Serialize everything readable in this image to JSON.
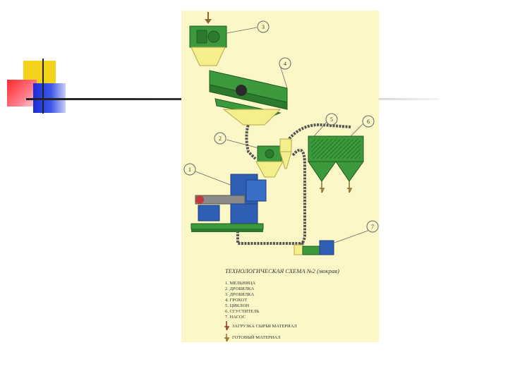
{
  "scheme": {
    "title": "ТЕХНОЛОГИЧЕСКАЯ СХЕМА №2 (мокрая)",
    "callouts": [
      "1",
      "2",
      "3",
      "4",
      "5",
      "6",
      "7"
    ],
    "legend": [
      "1. МЕЛЬНИЦА",
      "2. ДРОБИЛКА",
      "3. ДРОБИЛКА",
      "4. ГРОХОТ",
      "5. ЦИКЛОН",
      "6. СГУСТИТЕЛЬ",
      "7. НАСОС"
    ],
    "arrow_legend": {
      "load": "ЗАГРУЗКА СЫРЬЯ МАТЕРИАЛ",
      "product": "ГОТОВЫЙ МАТЕРИАЛ"
    }
  },
  "colors": {
    "panel": "#fbf7c6",
    "machine_green": "#3c9a3c",
    "hopper_yellow": "#f4ef8c",
    "motor_blue": "#2f5fb5",
    "pipe": "#555555"
  }
}
